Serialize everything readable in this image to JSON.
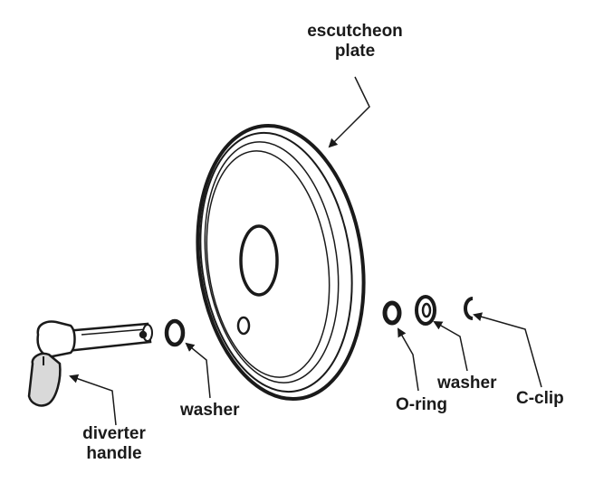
{
  "labels": {
    "escutcheon_plate": [
      "escutcheon",
      "plate"
    ],
    "washer_left": "washer",
    "diverter_handle": [
      "diverter",
      "handle"
    ],
    "o_ring": "O-ring",
    "washer_right": "washer",
    "c_clip": "C-clip"
  },
  "colors": {
    "ink": "#1a1a1a",
    "background": "#ffffff",
    "handle_fill": "#d9d9d9"
  }
}
